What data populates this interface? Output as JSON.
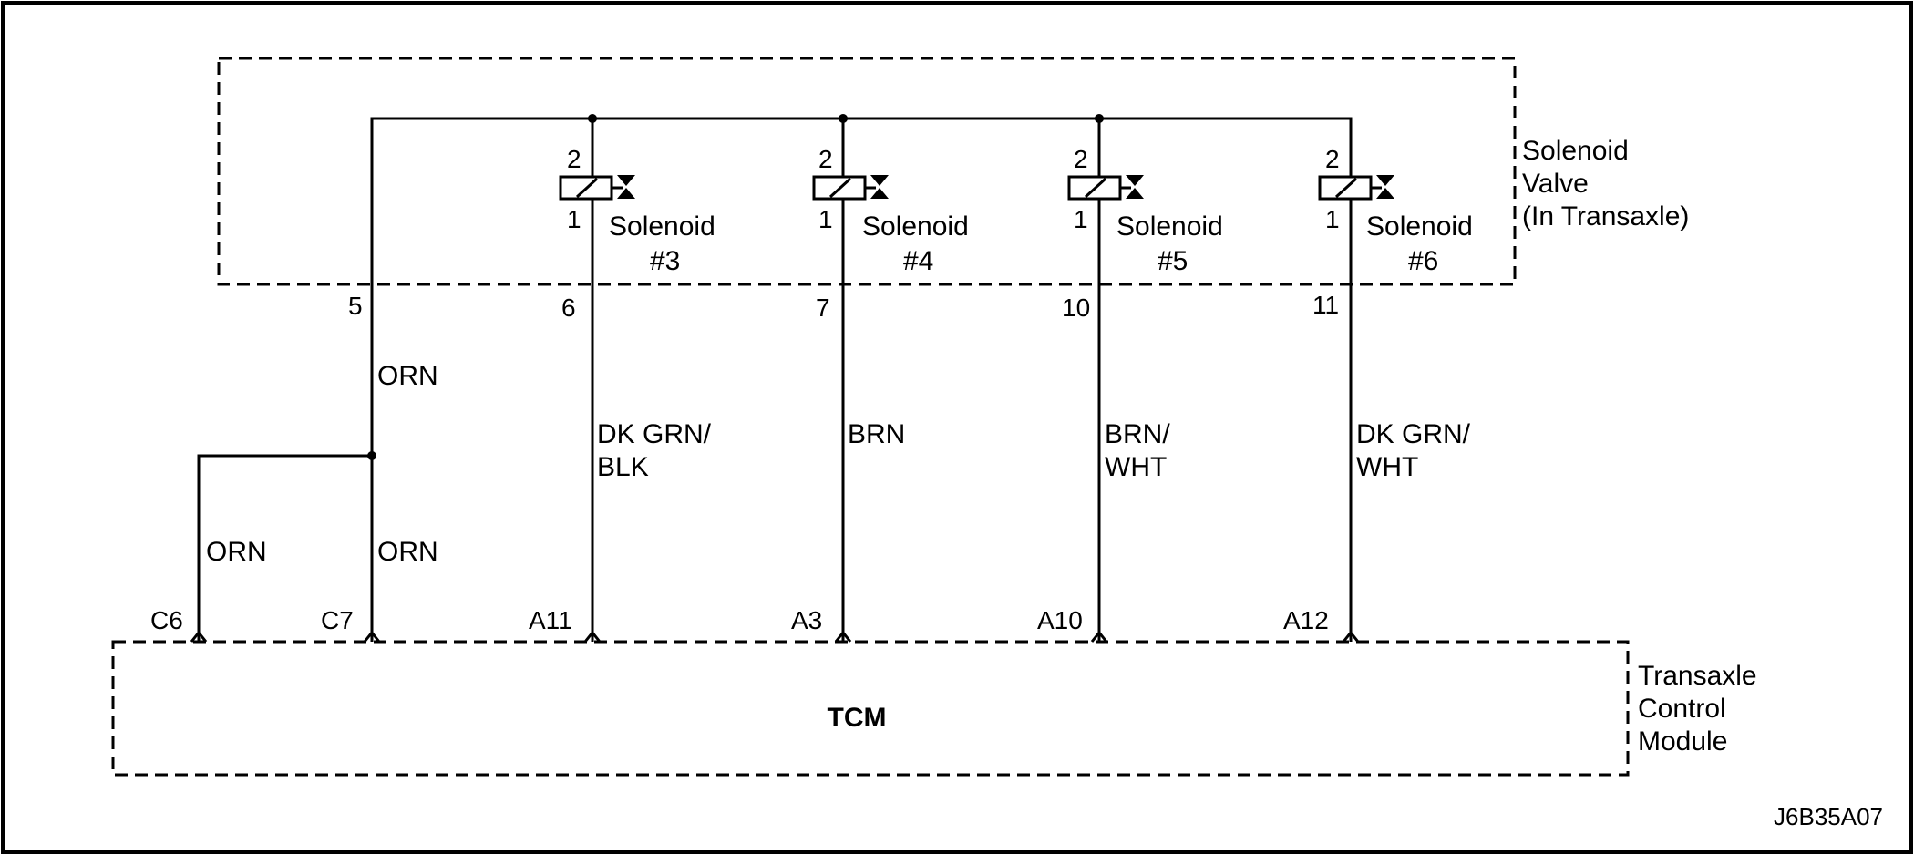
{
  "solenoid_valve": {
    "label_line1": "Solenoid",
    "label_line2": "Valve",
    "label_line3": "(In Transaxle)"
  },
  "tcm": {
    "name": "TCM",
    "label_line1": "Transaxle",
    "label_line2": "Control",
    "label_line3": "Module"
  },
  "common_pin": "5",
  "common_wire": {
    "upper_color": "ORN",
    "left_branch_color": "ORN",
    "right_branch_color": "ORN",
    "left_terminal": "C6",
    "right_terminal": "C7"
  },
  "solenoids": [
    {
      "name": "Solenoid",
      "number": "#3",
      "pin_top": "2",
      "pin_bottom": "1",
      "connector_pin": "6",
      "wire_line1": "DK GRN/",
      "wire_line2": "BLK",
      "tcm_terminal": "A11"
    },
    {
      "name": "Solenoid",
      "number": "#4",
      "pin_top": "2",
      "pin_bottom": "1",
      "connector_pin": "7",
      "wire_line1": "BRN",
      "wire_line2": "",
      "tcm_terminal": "A3"
    },
    {
      "name": "Solenoid",
      "number": "#5",
      "pin_top": "2",
      "pin_bottom": "1",
      "connector_pin": "10",
      "wire_line1": "BRN/",
      "wire_line2": "WHT",
      "tcm_terminal": "A10"
    },
    {
      "name": "Solenoid",
      "number": "#6",
      "pin_top": "2",
      "pin_bottom": "1",
      "connector_pin": "11",
      "wire_line1": "DK GRN/",
      "wire_line2": "WHT",
      "tcm_terminal": "A12"
    }
  ],
  "figure_id": "J6B35A07"
}
